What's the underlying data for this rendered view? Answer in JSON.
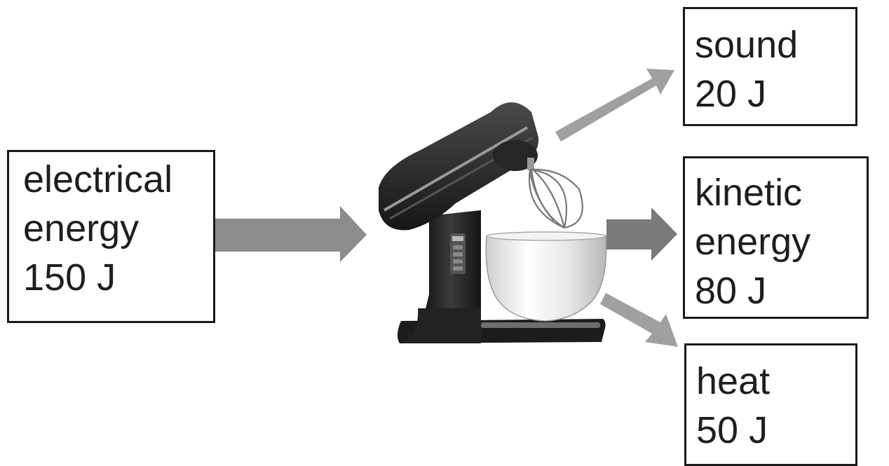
{
  "input": {
    "label_line1": "electrical",
    "label_line2": "energy",
    "value": "150 J"
  },
  "outputs": {
    "sound": {
      "label": "sound",
      "value": "20 J"
    },
    "kinetic": {
      "label_line1": "kinetic",
      "label_line2": "energy",
      "value": "80 J"
    },
    "heat": {
      "label": "heat",
      "value": "50 J"
    }
  },
  "colors": {
    "arrow": "#8c8c8c",
    "border": "#1a1a1a",
    "text": "#1e1e1e",
    "mixer_body": "#2a2a2a",
    "bowl": "#e8e8e8"
  },
  "icons": {
    "device": "stand-mixer-icon"
  }
}
